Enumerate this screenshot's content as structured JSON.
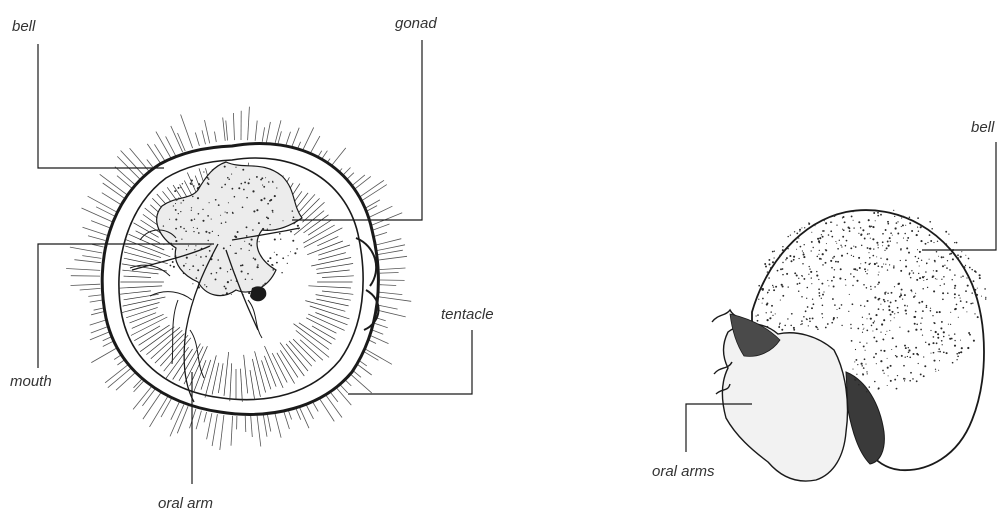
{
  "colors": {
    "ink": "#1a1a1a",
    "label_text": "#333333",
    "background": "#ffffff"
  },
  "top_view": {
    "labels": {
      "bell": "bell",
      "gonad": "gonad",
      "mouth": "mouth",
      "tentacle": "tentacle",
      "oral_arm": "oral arm"
    }
  },
  "side_view": {
    "labels": {
      "bell": "bell",
      "oral_arms": "oral arms"
    }
  }
}
